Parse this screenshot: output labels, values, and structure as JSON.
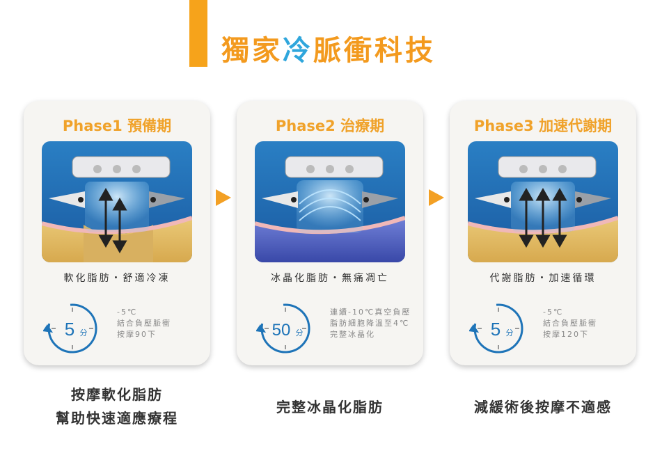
{
  "title": {
    "part1": "獨家",
    "part2": "冷",
    "part3": "脈衝科技"
  },
  "colors": {
    "accent_orange": "#f6a31b",
    "accent_blue": "#2fa6dc",
    "card_bg": "#f6f5f2",
    "timer_blue": "#1e74b8"
  },
  "phases": [
    {
      "name": "Phase1  預備期",
      "caption": "軟化脂肪・舒適冷凍",
      "timer": "5",
      "timer_unit": "分",
      "info": [
        "-5℃",
        "結合負壓脈衝",
        "按摩90下"
      ],
      "bottom": [
        "按摩軟化脂肪",
        "幫助快速適應療程"
      ]
    },
    {
      "name": "Phase2  治療期",
      "caption": "冰晶化脂肪・無痛凋亡",
      "timer": "50",
      "timer_unit": "分",
      "info": [
        "連續-10℃真空負壓",
        "脂肪細胞降溫至4℃",
        "完整冰晶化"
      ],
      "bottom": [
        "完整冰晶化脂肪"
      ]
    },
    {
      "name": "Phase3  加速代謝期",
      "caption": "代謝脂肪・加速循環",
      "timer": "5",
      "timer_unit": "分",
      "info": [
        "-5℃",
        "結合負壓脈衝",
        "按摩120下"
      ],
      "bottom": [
        "減緩術後按摩不適感"
      ]
    }
  ]
}
